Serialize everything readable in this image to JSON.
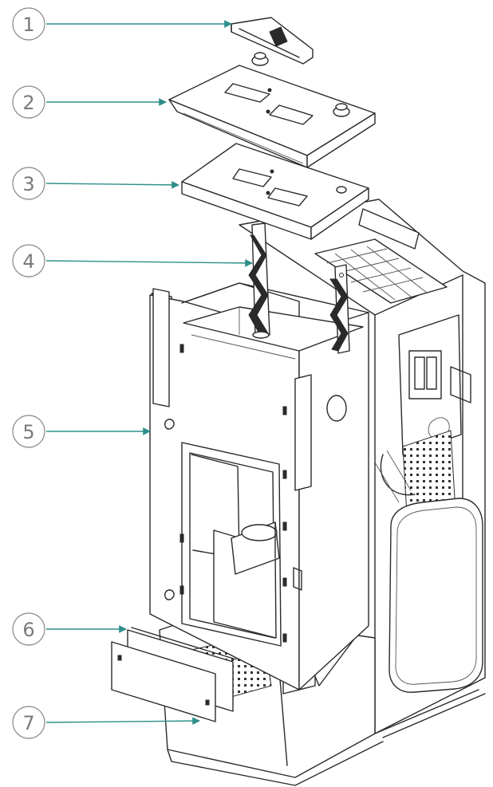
{
  "colors": {
    "leader": "#2e8f8a",
    "line": "#2a2a2a",
    "callout": "#7a7a7a"
  },
  "callouts": [
    {
      "label": "1"
    },
    {
      "label": "2"
    },
    {
      "label": "3"
    },
    {
      "label": "4"
    },
    {
      "label": "5"
    },
    {
      "label": "6"
    },
    {
      "label": "7"
    }
  ]
}
